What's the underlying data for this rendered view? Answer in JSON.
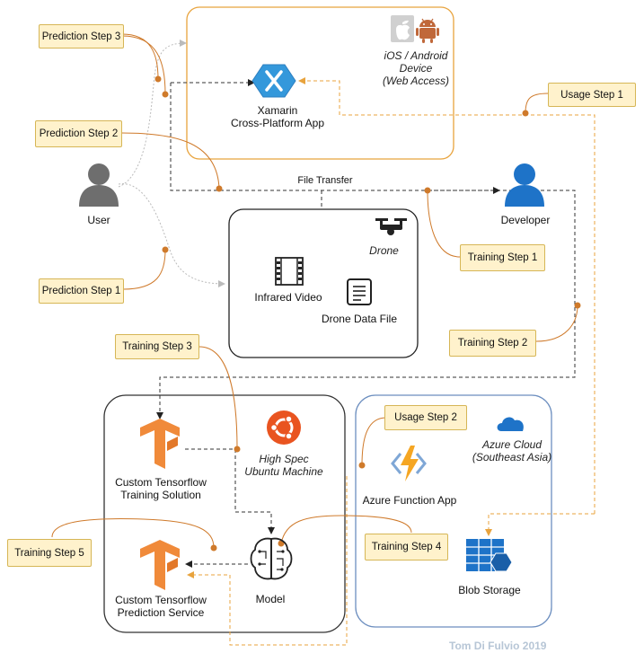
{
  "nodes": {
    "xamarin": "Xamarin\nCross-Platform App",
    "device": "iOS / Android\nDevice\n(Web Access)",
    "user": "User",
    "developer": "Developer",
    "file_transfer": "File Transfer",
    "drone": "Drone",
    "infrared_video": "Infrared Video",
    "drone_data_file": "Drone Data File",
    "training_solution": "Custom Tensorflow\nTraining Solution",
    "ubuntu_machine": "High Spec\nUbuntu Machine",
    "prediction_service": "Custom Tensorflow\nPrediction Service",
    "model": "Model",
    "function_app": "Azure Function App",
    "azure_cloud": "Azure Cloud\n(Southeast Asia)",
    "blob_storage": "Blob Storage"
  },
  "steps": {
    "prediction_3": "Prediction Step 3",
    "prediction_2": "Prediction Step 2",
    "prediction_1": "Prediction Step 1",
    "usage_1": "Usage Step 1",
    "usage_2": "Usage Step 2",
    "training_1": "Training Step 1",
    "training_2": "Training Step 2",
    "training_3": "Training Step 3",
    "training_4": "Training Step 4",
    "training_5": "Training Step 5"
  },
  "watermark": "Tom Di Fulvio 2019",
  "colors": {
    "orange_box": "#e8a33d",
    "dark_box": "#333333",
    "blue_box": "#6c8ebf",
    "step_fill": "#fff2cc",
    "step_border": "#d6b656",
    "dot": "#cf7a2b",
    "tensorflow": "#f08a3a",
    "ubuntu": "#e95420",
    "azure_blue": "#1e73c8",
    "function_yellow": "#f5a623"
  }
}
